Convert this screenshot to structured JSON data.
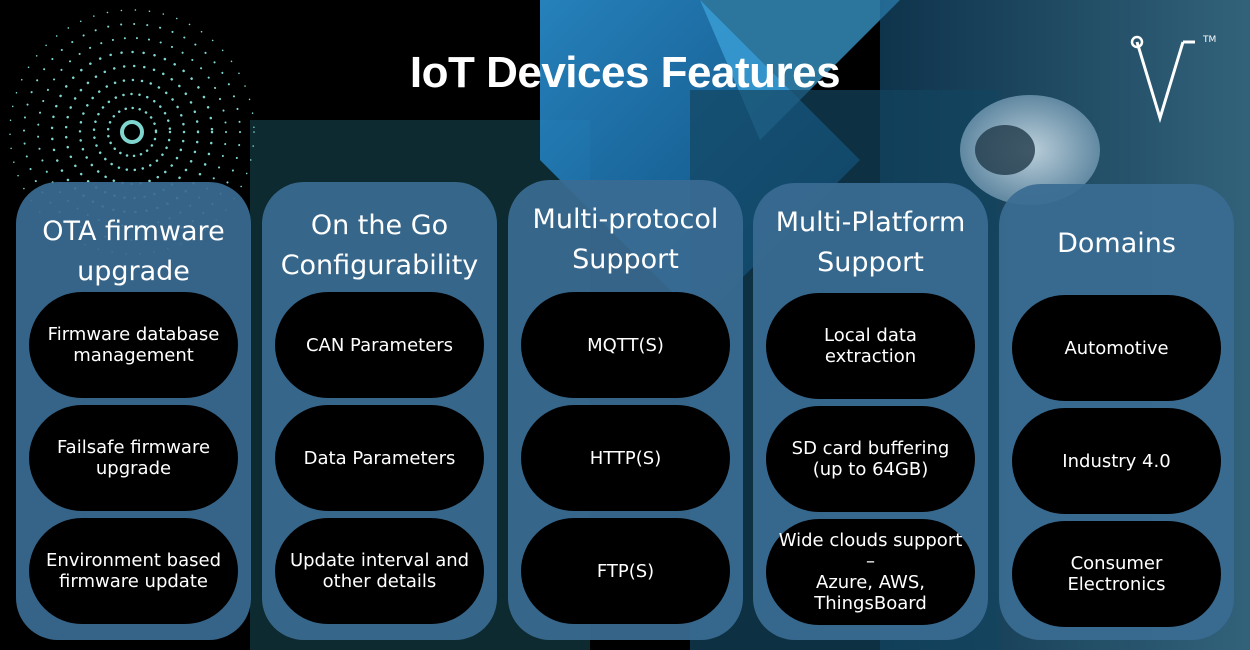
{
  "title": "IoT Devices Features",
  "logo": {
    "icon": "v-logo-icon",
    "trademark": "TM"
  },
  "colors": {
    "panel": "#3a6c92",
    "pill": "#000000",
    "text": "#ffffff",
    "dots": "#7fd6cf",
    "accent_blue": "#1e6fa6"
  },
  "columns": [
    {
      "title": "OTA firmware\nupgrade",
      "items": [
        "Firmware database\nmanagement",
        "Failsafe firmware\nupgrade",
        "Environment based\nfirmware update"
      ]
    },
    {
      "title": "On the Go\nConfigurability",
      "items": [
        "CAN Parameters",
        "Data Parameters",
        "Update interval and\nother details"
      ]
    },
    {
      "title": "Multi-protocol\nSupport",
      "items": [
        "MQTT(S)",
        "HTTP(S)",
        "FTP(S)"
      ]
    },
    {
      "title": "Multi-Platform\nSupport",
      "items": [
        "Local data extraction",
        "SD card buffering\n(up to 64GB)",
        "Wide clouds support –\nAzure, AWS,\nThingsBoard"
      ]
    },
    {
      "title": "Domains",
      "items": [
        "Automotive",
        "Industry 4.0",
        "Consumer Electronics"
      ]
    }
  ]
}
